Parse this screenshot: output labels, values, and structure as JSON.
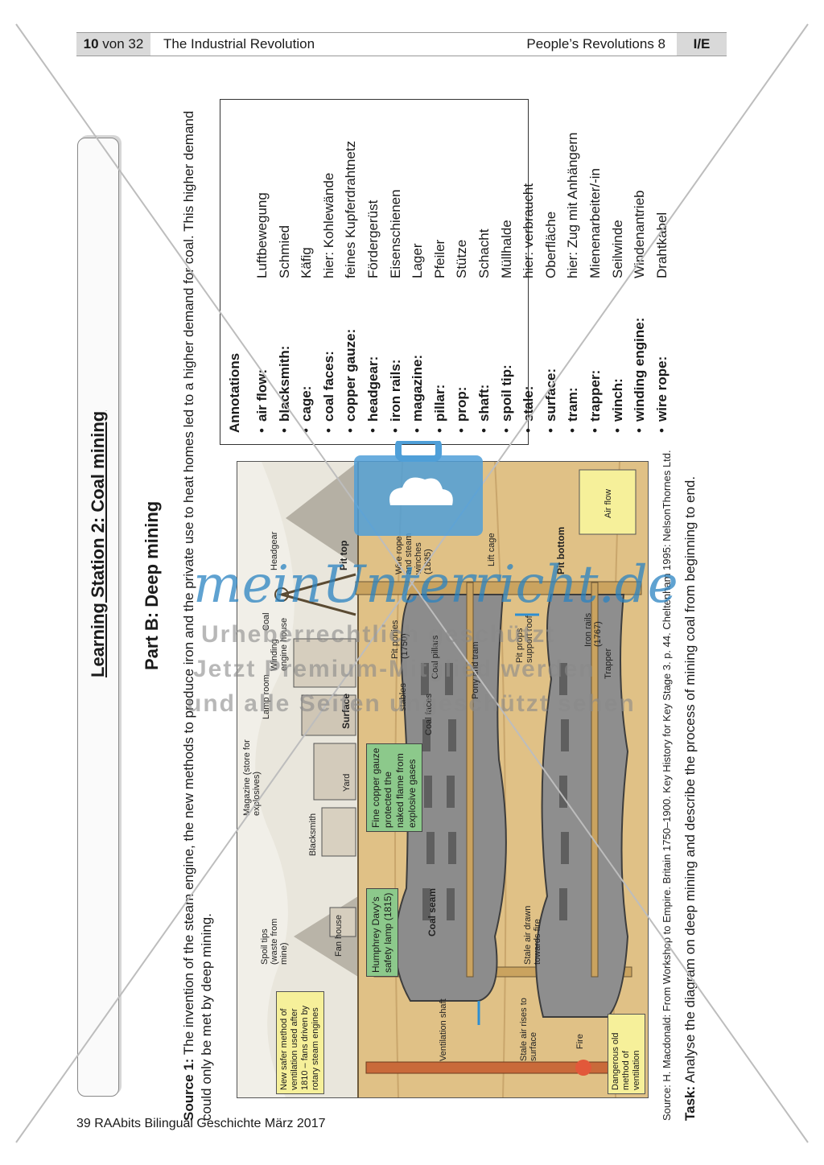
{
  "header": {
    "page_number": "10",
    "page_of": "von 32",
    "title": "The Industrial Revolution",
    "series": "People’s Revolutions 8",
    "level": "I/E"
  },
  "footer": {
    "text": "39  RAAbits Bilingual Geschichte März 2017"
  },
  "station": {
    "title": "Learning Station 2: Coal mining"
  },
  "part": {
    "title": "Part B: Deep mining"
  },
  "source": {
    "label": "Source 1:",
    "text": "The invention of the steam engine, the new methods to produce iron and the private use to heat homes led to a higher demand for coal. This higher demand could only be met by deep mining."
  },
  "diagram": {
    "labels": {
      "spoil_tips": "Spoil tips (waste from mine)",
      "fan_house": "Fan house",
      "blacksmith": "Blacksmith",
      "magazine": "Magazine (store for explosives)",
      "lamp_room": "Lamp room",
      "yard": "Yard",
      "surface": "Surface",
      "winding_engine_house": "Winding engine house",
      "coal": "Coal",
      "headgear": "Headgear",
      "pit_top": "Pit top",
      "new_ventilation": "New safer method of ventilation used after 1810 – fans driven by rotary steam engines",
      "humphrey": "Humphrey Davy’s safety lamp (1815)",
      "copper_gauze": "Fine copper gauze protected the naked flame from explosive gases",
      "ventilation_shaft": "Ventilation shaft",
      "coal_seam": "Coal seam",
      "stale_air_surface": "Stale air rises to surface",
      "stale_air_fire": "Stale air drawn towards fire",
      "fire": "Fire",
      "dangerous": "Dangerous old method of ventilation",
      "pit_ponies": "Pit ponies (1750)",
      "stables": "stables",
      "coal_faces": "Coal faces",
      "coal_pillars": "Coal pillars",
      "pony_tram": "Pony and tram",
      "pit_props": "Pit props support roof",
      "wire_rope": "Wire rope and steam winches (1835)",
      "lift_cage": "Lift cage",
      "pit_bottom": "Pit bottom",
      "trapper": "Trapper",
      "iron_rails": "Iron rails (1767)",
      "air_flow": "Air flow"
    }
  },
  "annotations": {
    "title": "Annotations",
    "items": [
      {
        "term": "air flow:",
        "def": "Luftbewegung"
      },
      {
        "term": "blacksmith:",
        "def": "Schmied"
      },
      {
        "term": "cage:",
        "def": "Käfig"
      },
      {
        "term": "coal faces:",
        "def": "hier: Kohlewände"
      },
      {
        "term": "copper gauze:",
        "def": "feines Kupferdrahtnetz"
      },
      {
        "term": "headgear:",
        "def": "Fördergerüst"
      },
      {
        "term": "iron rails:",
        "def": "Eisenschienen"
      },
      {
        "term": "magazine:",
        "def": "Lager"
      },
      {
        "term": "pillar:",
        "def": "Pfeiler"
      },
      {
        "term": "prop:",
        "def": "Stütze"
      },
      {
        "term": "shaft:",
        "def": "Schacht"
      },
      {
        "term": "spoil tip:",
        "def": "Müllhalde"
      },
      {
        "term": "stale:",
        "def": "hier: verbraucht"
      },
      {
        "term": "surface:",
        "def": "Oberfläche"
      },
      {
        "term": "tram:",
        "def": "hier: Zug mit Anhängern"
      },
      {
        "term": "trapper:",
        "def": "Mienenarbeiter/-in"
      },
      {
        "term": "winch:",
        "def": "Seilwinde"
      },
      {
        "term": "winding engine:",
        "def": "Windenantrieb"
      },
      {
        "term": "wire rope:",
        "def": "Drahtkabel"
      }
    ]
  },
  "citation": "Source: H. Macdonald: From Workshop to Empire. Britain 1750–1900. Key History for Key Stage 3. p. 44. Cheltenham 1995: NelsonThornes Ltd.",
  "task": {
    "label": "Task:",
    "text": "Analyse the diagram on deep mining and describe the process of mining coal from beginning to end."
  },
  "watermark": {
    "brand": "meinUnterricht.de",
    "line1": "Urheberrechtlich geschützt",
    "line2": "Jetzt Premium-Mitglied werden",
    "line3": "und alle Seiten ungeschützt sehen"
  },
  "colors": {
    "header_gray": "#d9d9d9",
    "diagram_earth": "#e2c48d",
    "coal": "#8a8a8a",
    "note_yellow": "#f6f09a",
    "note_green": "#8cc98b",
    "watermark_blue": "#2a83c2"
  }
}
